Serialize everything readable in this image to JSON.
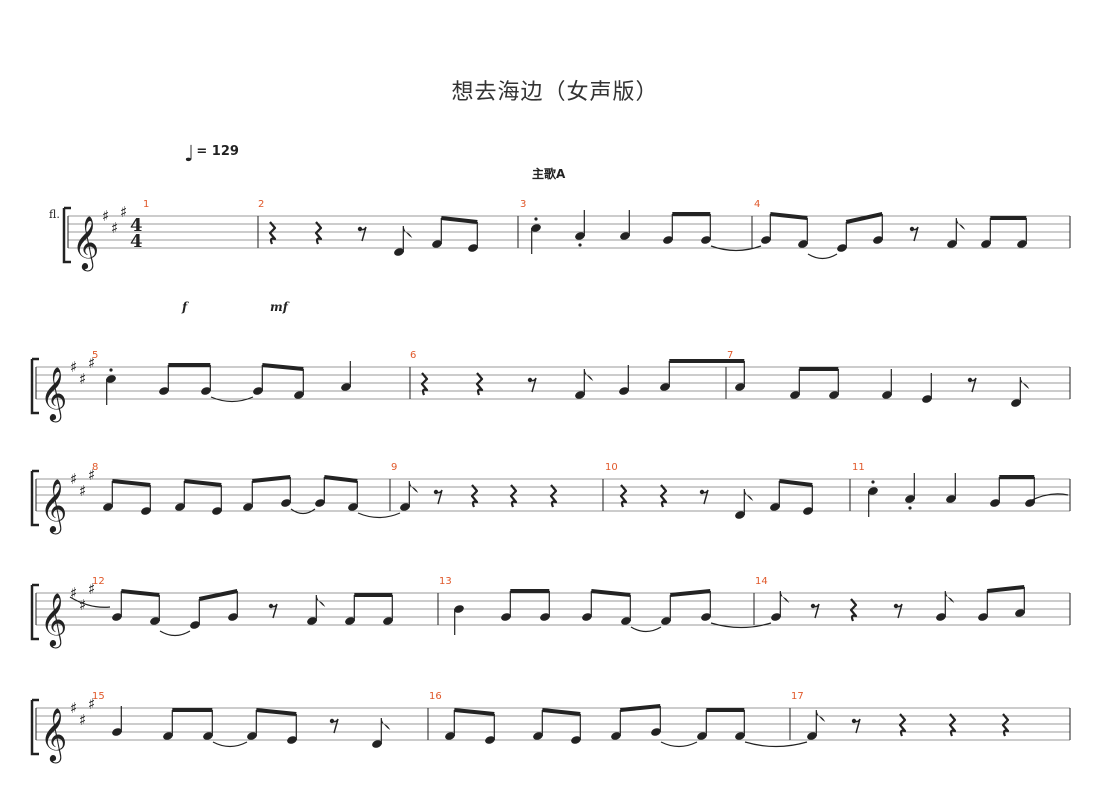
{
  "score": {
    "title": "想去海边（女声版）",
    "tempo": {
      "note": "quarter",
      "equals": "= 129"
    },
    "rehearsal_mark": "主歌A",
    "instrument": "fl.",
    "time_signature": {
      "top": "4",
      "bottom": "4"
    },
    "key_signature": "A major (3 sharps)",
    "dynamics": [
      "f",
      "mf"
    ],
    "colors": {
      "measure_number": "#e0582a",
      "ink": "#222222",
      "staff": "#999999"
    },
    "measure_numbers": [
      "1",
      "2",
      "3",
      "4",
      "5",
      "6",
      "7",
      "8",
      "9",
      "10",
      "11",
      "12",
      "13",
      "14",
      "15",
      "16",
      "17"
    ]
  }
}
